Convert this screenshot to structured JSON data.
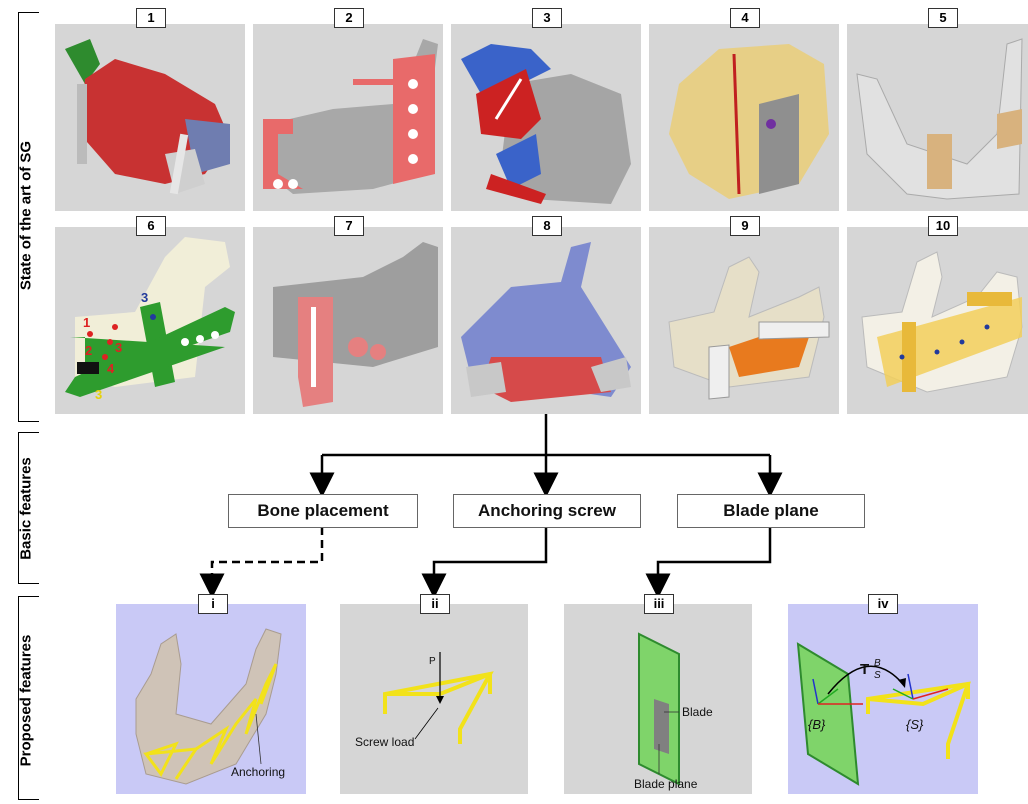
{
  "side_labels": {
    "state": "State of the art of SG",
    "basic": "Basic features",
    "proposed": "Proposed features"
  },
  "panels": [
    "1",
    "2",
    "3",
    "4",
    "5",
    "6",
    "7",
    "8",
    "9",
    "10"
  ],
  "panel6_marks": {
    "red": [
      "1",
      "2",
      "3",
      "4"
    ],
    "blue": "3",
    "yellow": "3"
  },
  "basic_features": {
    "bone": "Bone placement",
    "screw": "Anchoring screw",
    "blade": "Blade plane"
  },
  "proposed": {
    "i": {
      "num": "i",
      "label": "Anchoring"
    },
    "ii": {
      "num": "ii",
      "p": "P",
      "label": "Screw load"
    },
    "iii": {
      "num": "iii",
      "blade": "Blade",
      "plane": "Blade plane"
    },
    "iv": {
      "num": "iv",
      "B": "{B}",
      "S": "{S}",
      "T": "T",
      "Tsup": "B",
      "Tsub": "S"
    }
  },
  "colors": {
    "panel_gray": "#d6d6d6",
    "panel_violet": "#c9c9f6",
    "yellow": "#f2e21a",
    "green": "#7fd46a",
    "red": "#d03030",
    "blue": "#4f6cc9"
  }
}
